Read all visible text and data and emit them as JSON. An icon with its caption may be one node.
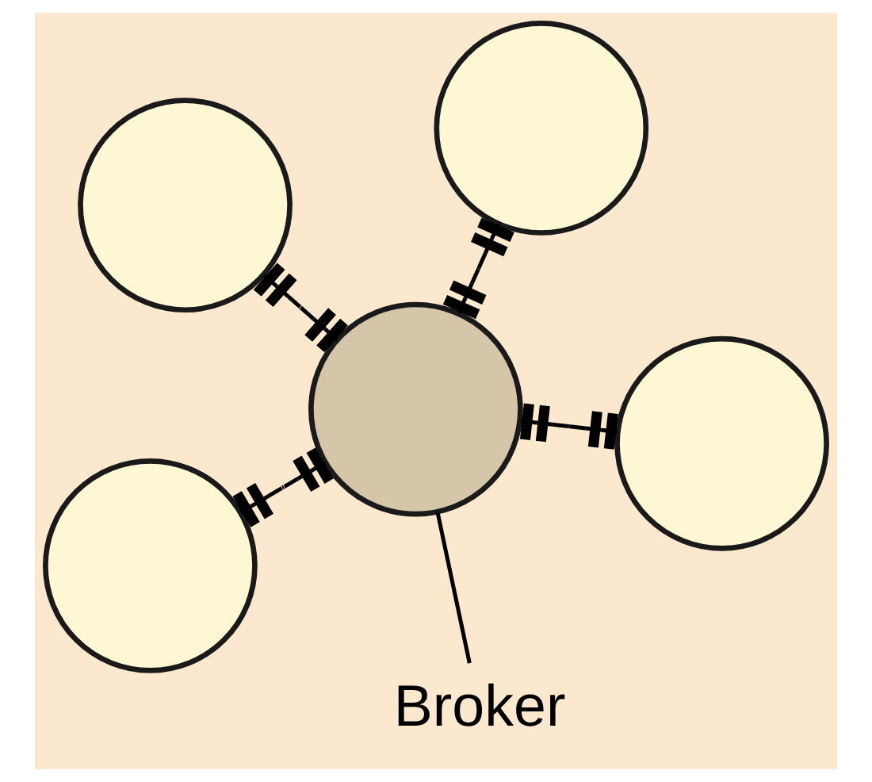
{
  "diagram": {
    "nodes": [
      {
        "text": [],
        "shape": "circle"
      },
      {
        "text": [],
        "shape": "circle"
      },
      {
        "text": [
          "Broker"
        ]
      },
      {
        "text": [],
        "shape": "circle"
      },
      {
        "text": [],
        "shape": "circle"
      },
      {
        "text": [],
        "shape": "circle"
      }
    ],
    "edges": [
      {
        "from": 0,
        "to": 3,
        "arrow": "other"
      },
      {
        "from": 1,
        "to": 3,
        "arrow": "other"
      },
      {
        "from": 2,
        "to": 3,
        "arrow": "none"
      },
      {
        "from": 4,
        "to": 3,
        "arrow": "other"
      },
      {
        "from": 5,
        "to": 3,
        "arrow": "other"
      }
    ]
  }
}
